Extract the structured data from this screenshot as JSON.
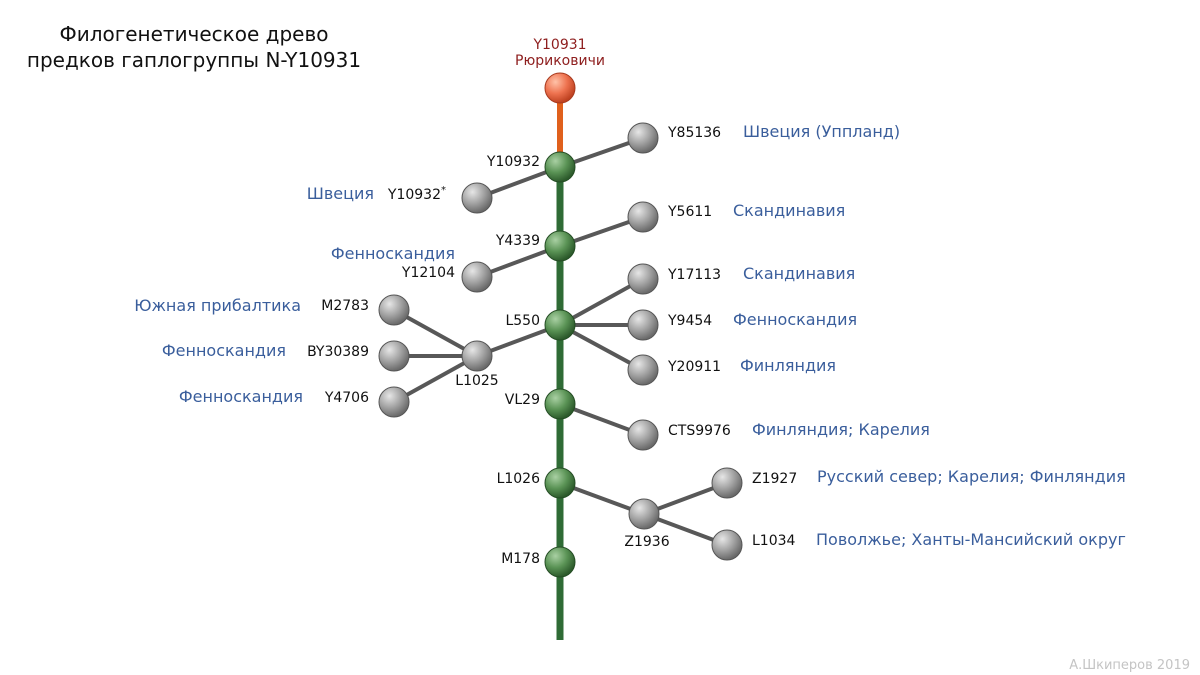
{
  "title": {
    "line1": "Филогенетическое древо",
    "line2": "предков гаплогруппы N-Y10931"
  },
  "colors": {
    "trunk": "#2f6b35",
    "top_segment": "#e0601c",
    "branch": "#585858",
    "green_node": "#4f8b4a",
    "grey_node": "#9a9a9a",
    "target_node": "#e8734f",
    "region_text": "#3a5e9c",
    "target_text": "#8e1e1e"
  },
  "target": {
    "code": "Y10931",
    "name": "Рюриковичи"
  },
  "trunk_nodes": [
    "Y10932",
    "Y4339",
    "L550",
    "VL29",
    "L1026",
    "M178"
  ],
  "subclade_nodes": [
    "L1025",
    "Z1936"
  ],
  "leaves": {
    "y85136": {
      "code": "Y85136",
      "region": "Швеция (Уппланд)"
    },
    "y10932s": {
      "code": "Y10932",
      "suffix": "*",
      "region": "Швеция"
    },
    "y5611": {
      "code": "Y5611",
      "region": "Скандинавия"
    },
    "y12104": {
      "code": "Y12104",
      "region": "Фенноскандия"
    },
    "y17113": {
      "code": "Y17113",
      "region": "Скандинавия"
    },
    "y9454": {
      "code": "Y9454",
      "region": "Фенноскандия"
    },
    "y20911": {
      "code": "Y20911",
      "region": "Финляндия"
    },
    "m2783": {
      "code": "M2783",
      "region": "Южная прибалтика"
    },
    "by30389": {
      "code": "BY30389",
      "region": "Фенноскандия"
    },
    "y4706": {
      "code": "Y4706",
      "region": "Фенноскандия"
    },
    "cts9976": {
      "code": "CTS9976",
      "region": "Финляндия; Карелия"
    },
    "z1927": {
      "code": "Z1927",
      "region": "Русский север; Карелия; Финляндия"
    },
    "l1034": {
      "code": "L1034",
      "region": "Поволжье; Ханты-Мансийский округ"
    }
  },
  "credit": "А.Шкиперов 2019"
}
